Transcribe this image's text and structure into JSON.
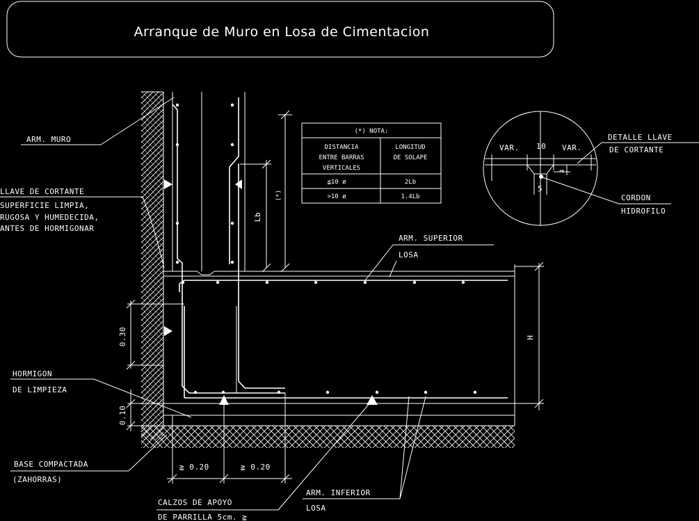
{
  "title": "Arranque de Muro en Losa de Cimentacion",
  "labels": {
    "arm_muro": "ARM. MURO",
    "llave_1": "LLAVE DE CORTANTE",
    "llave_2": "SUPERFICIE LIMPIA,",
    "llave_3": "RUGOSA Y HUMEDECIDA,",
    "llave_4": "ANTES DE HORMIGONAR",
    "horm_1": "HORMIGON",
    "horm_2": "DE LIMPIEZA",
    "base_1": "BASE COMPACTADA",
    "base_2": "(ZAHORRAS)",
    "calzos_1": "CALZOS DE APOYO",
    "calzos_2": "DE PARRILLA 5cm. ≧",
    "arm_inf_1": "ARM. INFERIOR",
    "arm_inf_2": "LOSA",
    "arm_sup_1": "ARM. SUPERIOR",
    "arm_sup_2": "LOSA",
    "detalle_1": "DETALLE LLAVE",
    "detalle_2": "DE CORTANTE",
    "cordon_1": "CORDON",
    "cordon_2": "HIDROFILO"
  },
  "dimensions": {
    "lb": "Lb",
    "star": "(*)",
    "h": "H",
    "d030": "0.30",
    "d010": "0.10",
    "d020a": "≧ 0.20",
    "d020b": "≧ 0.20",
    "var_left": "VAR.",
    "ten": "10",
    "var_right": "VAR.",
    "four": "4",
    "five": "5"
  },
  "note_table": {
    "heading": "(*) NOTA:",
    "col1": [
      "DISTANCIA",
      "ENTRE BARRAS",
      "VERTICALES"
    ],
    "col2": [
      "LONGITUD",
      "DE SOLAPE"
    ],
    "rows": [
      [
        "≦10 ø",
        "2Lb"
      ],
      [
        ">10 ø",
        "1.4Lb"
      ]
    ]
  }
}
